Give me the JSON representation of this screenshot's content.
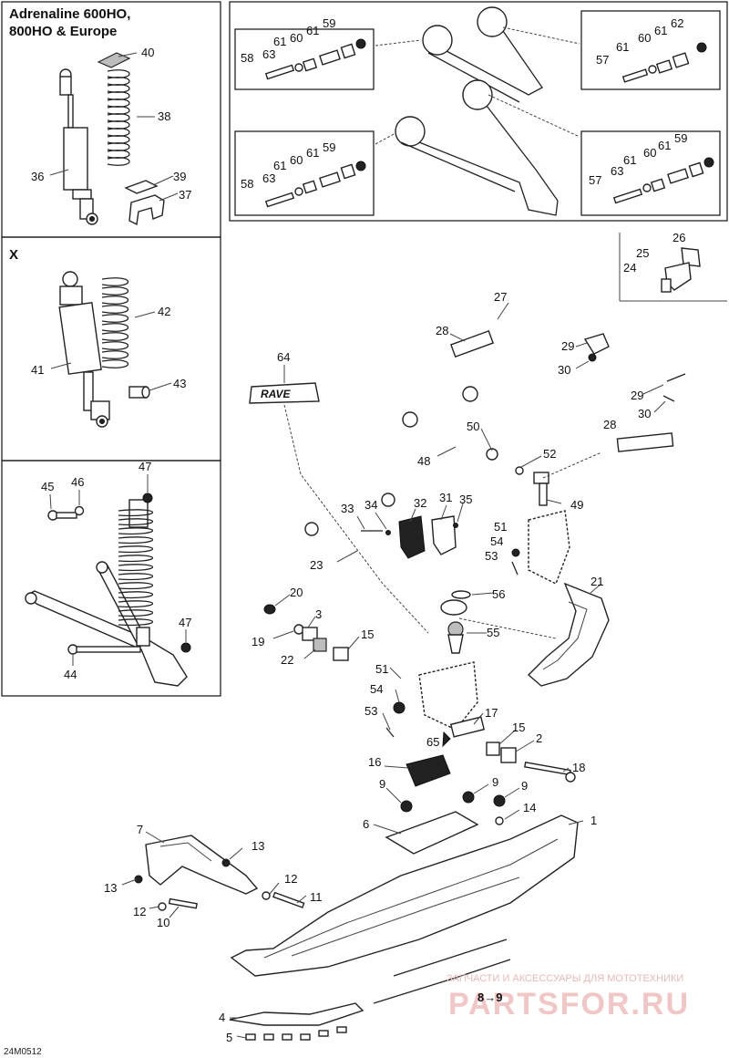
{
  "diagram": {
    "inset_title_line1": "Adrenaline 600HO,",
    "inset_title_line2": "800HO & Europe",
    "inset_x_label": "X",
    "drawing_code": "24M0512",
    "watermark_top": "ЗАПЧАСТИ И АКСЕССУАРЫ ДЛЯ МОТОТЕХНИКИ",
    "watermark_brand": "PARTSFOR.RU",
    "logo_decal_text": "RAVE",
    "continuation_note": "8→9"
  },
  "callouts": {
    "c1": "1",
    "c2": "2",
    "c3": "3",
    "c4": "4",
    "c5": "5",
    "c6": "6",
    "c7": "7",
    "c8": "8",
    "c9": "9",
    "c10": "10",
    "c11": "11",
    "c12": "12",
    "c13": "13",
    "c14": "14",
    "c15": "15",
    "c16": "16",
    "c17": "17",
    "c18": "18",
    "c19": "19",
    "c20": "20",
    "c21": "21",
    "c22": "22",
    "c23": "23",
    "c24": "24",
    "c25": "25",
    "c26": "26",
    "c27": "27",
    "c28": "28",
    "c29": "29",
    "c30": "30",
    "c31": "31",
    "c32": "32",
    "c33": "33",
    "c34": "34",
    "c35": "35",
    "c36": "36",
    "c37": "37",
    "c38": "38",
    "c39": "39",
    "c40": "40",
    "c41": "41",
    "c42": "42",
    "c43": "43",
    "c44": "44",
    "c45": "45",
    "c46": "46",
    "c47": "47",
    "c48": "48",
    "c49": "49",
    "c50": "50",
    "c51": "51",
    "c52": "52",
    "c53": "53",
    "c54": "54",
    "c55": "55",
    "c56": "56",
    "c57": "57",
    "c58": "58",
    "c59": "59",
    "c60": "60",
    "c61": "61",
    "c62": "62",
    "c63": "63",
    "c64": "64",
    "c65": "65"
  }
}
